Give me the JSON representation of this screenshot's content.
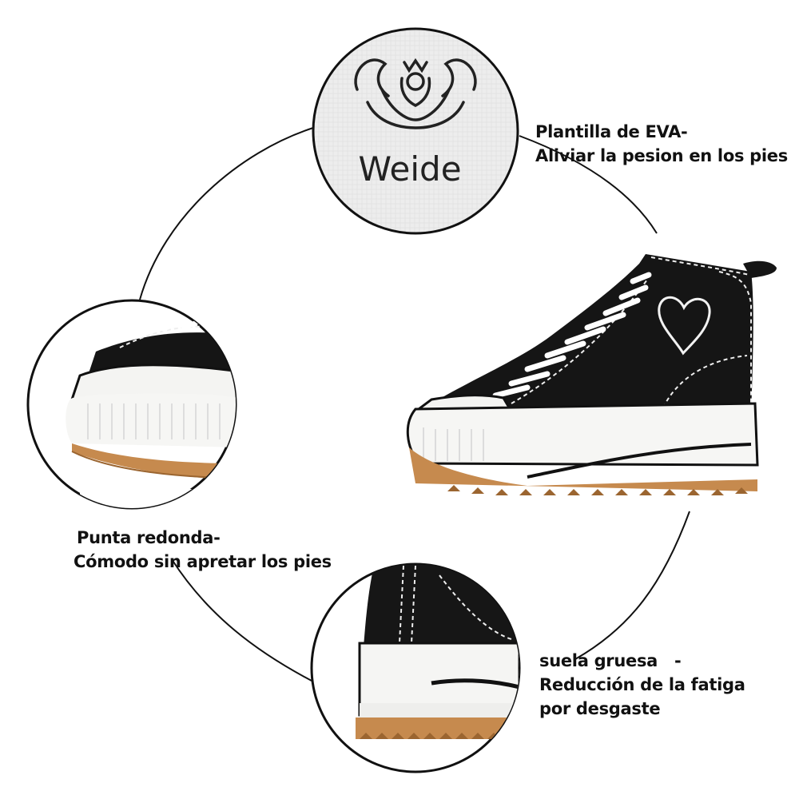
{
  "brand": {
    "logo_text": "Weide"
  },
  "callouts": [
    {
      "id": "insole",
      "title": "Plantilla de EVA-",
      "description": "Aliviar la pesion en los pies"
    },
    {
      "id": "toe",
      "title": "Punta redonda-",
      "description": "Cómodo sin apretar los pies"
    },
    {
      "id": "sole",
      "title": "suela gruesa   -",
      "description": "Reducción de la fatiga",
      "description_2": "por desgaste"
    }
  ],
  "product": {
    "name": "high-top platform sneaker",
    "upper_color": "#151515",
    "sole_color": "#f4f4f2",
    "outsole_color": "#c68a4e",
    "decoration": "heart-icon"
  },
  "colors": {
    "text": "#111111",
    "circle_stroke": "#111111",
    "background": "#ffffff"
  }
}
